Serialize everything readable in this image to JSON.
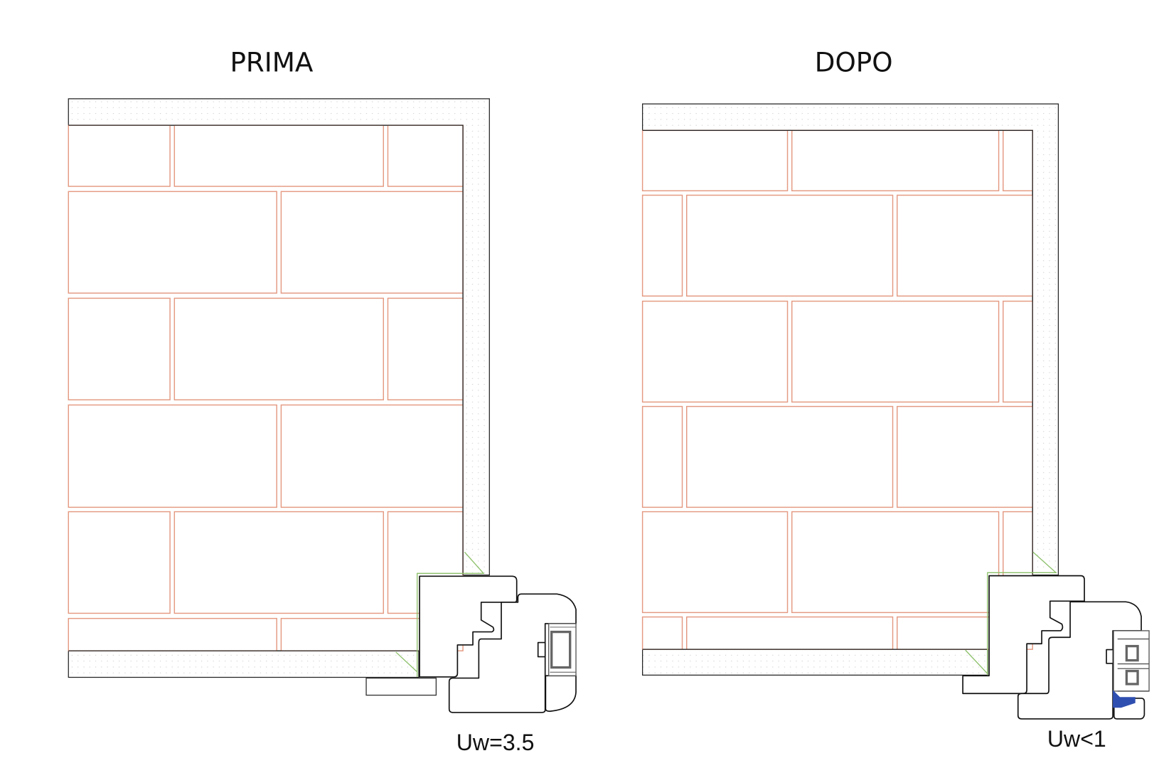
{
  "before": {
    "title": "PRIMA",
    "uw_label": "Uw=3.5"
  },
  "after": {
    "title": "DOPO",
    "uw_label": "Uw<1"
  },
  "colors": {
    "brick_joint": "#e49a82",
    "seal": "#8cc06a",
    "gasket": "#2f4fb0",
    "outline": "#111111"
  }
}
